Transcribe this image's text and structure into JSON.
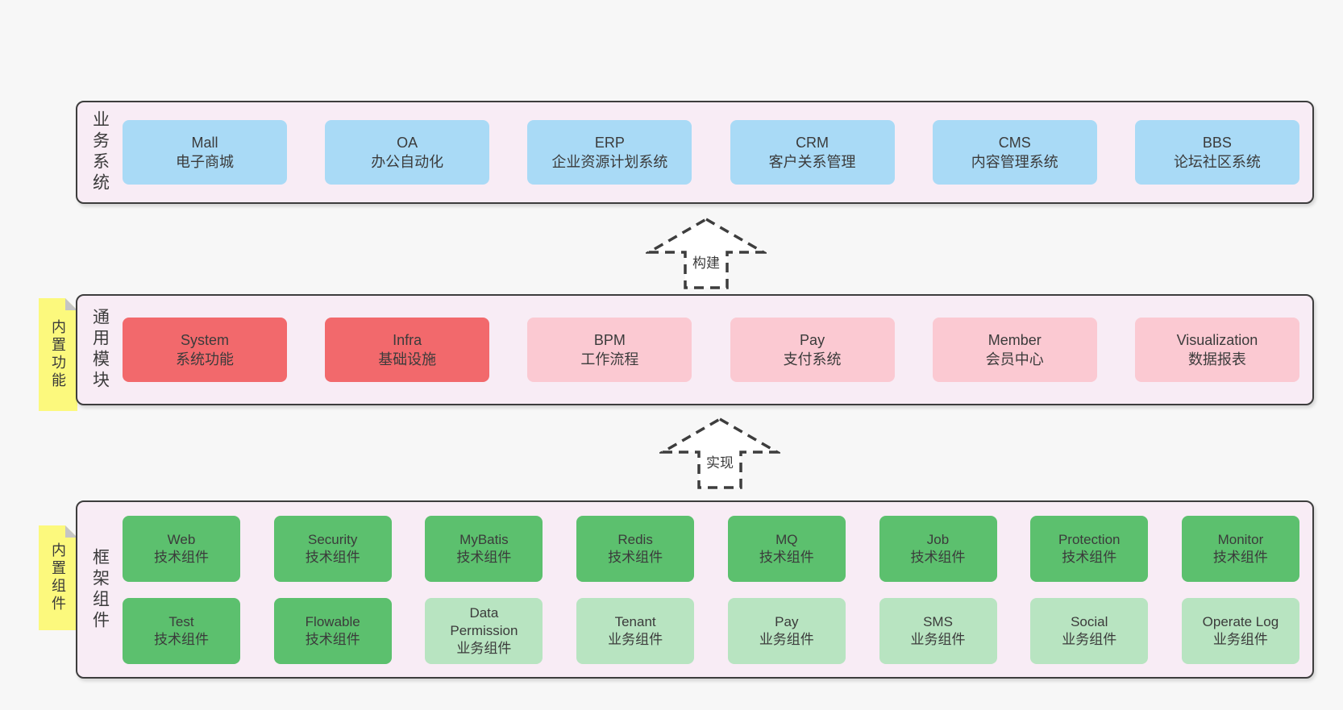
{
  "colors": {
    "page_bg": "#f7f7f7",
    "band_bg": "#f8ecf5",
    "band_border": "#3d3d3d",
    "blue": "#a9daf6",
    "red": "#f2696c",
    "pink": "#fbc9d2",
    "green_dark": "#5cc06e",
    "green_light": "#b8e4c1",
    "sticky_yellow": "#fcf97d",
    "sticky_fold": "#c5c5c5",
    "text": "#3b3b3b"
  },
  "bands": [
    {
      "label": "业务系统",
      "boxes": [
        {
          "en": "Mall",
          "zh": "电子商城",
          "type": "blue"
        },
        {
          "en": "OA",
          "zh": "办公自动化",
          "type": "blue"
        },
        {
          "en": "ERP",
          "zh": "企业资源计划系统",
          "type": "blue"
        },
        {
          "en": "CRM",
          "zh": "客户关系管理",
          "type": "blue"
        },
        {
          "en": "CMS",
          "zh": "内容管理系统",
          "type": "blue"
        },
        {
          "en": "BBS",
          "zh": "论坛社区系统",
          "type": "blue"
        }
      ]
    },
    {
      "label": "通用模块",
      "tag": "内置功能",
      "boxes": [
        {
          "en": "System",
          "zh": "系统功能",
          "type": "red"
        },
        {
          "en": "Infra",
          "zh": "基础设施",
          "type": "red"
        },
        {
          "en": "BPM",
          "zh": "工作流程",
          "type": "pink"
        },
        {
          "en": "Pay",
          "zh": "支付系统",
          "type": "pink"
        },
        {
          "en": "Member",
          "zh": "会员中心",
          "type": "pink"
        },
        {
          "en": "Visualization",
          "zh": "数据报表",
          "type": "pink"
        }
      ]
    },
    {
      "label": "框架组件",
      "tag": "内置组件",
      "rows": [
        [
          {
            "en": "Web",
            "zh": "技术组件",
            "type": "green-dark"
          },
          {
            "en": "Security",
            "zh": "技术组件",
            "type": "green-dark"
          },
          {
            "en": "MyBatis",
            "zh": "技术组件",
            "type": "green-dark"
          },
          {
            "en": "Redis",
            "zh": "技术组件",
            "type": "green-dark"
          },
          {
            "en": "MQ",
            "zh": "技术组件",
            "type": "green-dark"
          },
          {
            "en": "Job",
            "zh": "技术组件",
            "type": "green-dark"
          },
          {
            "en": "Protection",
            "zh": "技术组件",
            "type": "green-dark"
          },
          {
            "en": "Monitor",
            "zh": "技术组件",
            "type": "green-dark"
          }
        ],
        [
          {
            "en": "Test",
            "zh": "技术组件",
            "type": "green-dark"
          },
          {
            "en": "Flowable",
            "zh": "技术组件",
            "type": "green-dark"
          },
          {
            "en": "Data Permission",
            "zh": "业务组件",
            "type": "green-light"
          },
          {
            "en": "Tenant",
            "zh": "业务组件",
            "type": "green-light"
          },
          {
            "en": "Pay",
            "zh": "业务组件",
            "type": "green-light"
          },
          {
            "en": "SMS",
            "zh": "业务组件",
            "type": "green-light"
          },
          {
            "en": "Social",
            "zh": "业务组件",
            "type": "green-light"
          },
          {
            "en": "Operate Log",
            "zh": "业务组件",
            "type": "green-light"
          }
        ]
      ]
    }
  ],
  "arrows": [
    {
      "label": "构建",
      "direction": "up"
    },
    {
      "label": "实现",
      "direction": "up"
    }
  ]
}
